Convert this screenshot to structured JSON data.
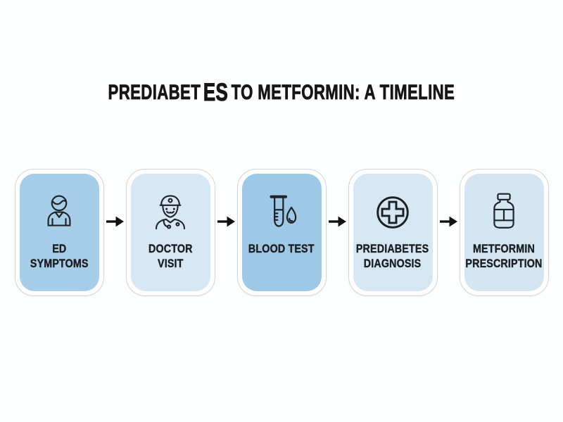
{
  "title": {
    "part1": "PREDIABET",
    "part2": "ES",
    "part3": "TO METFORMIN: A TIMELINE"
  },
  "steps": [
    {
      "icon": "person-icon",
      "lines": [
        "ED",
        "SYMPTOMS"
      ],
      "bg": "#a6cee8"
    },
    {
      "icon": "doctor-icon",
      "lines": [
        "DOCTOR",
        "VISIT"
      ],
      "bg": "#d7e8f4"
    },
    {
      "icon": "test-tube-icon",
      "lines": [
        "BLOOD TEST"
      ],
      "bg": "#9dc9e6"
    },
    {
      "icon": "medical-cross-icon",
      "lines": [
        "PREDIABETES",
        "DIAGNOSIS"
      ],
      "bg": "#d4e7f3"
    },
    {
      "icon": "pill-bottle-icon",
      "lines": [
        "METFORMIN",
        "PRESCRIPTION"
      ],
      "bg": "#d3e6f2"
    }
  ],
  "arrow": {
    "glyph": "right-arrow"
  },
  "colors": {
    "background": "#fdfefe",
    "card_border": "#d2d6d8",
    "card_face": "#ffffff",
    "icon_stroke": "#20242a",
    "text": "#1d1f22"
  }
}
